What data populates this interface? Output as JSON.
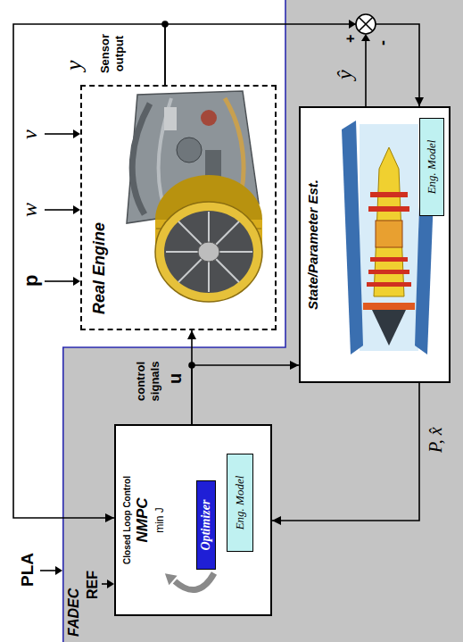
{
  "diagram": {
    "nodes": [
      {
        "text": [
          "FADEC"
        ]
      },
      {
        "text": [
          "Closed Loop Control",
          "NMPC",
          "min J"
        ],
        "in": 0
      },
      {
        "text": [
          "Optimizer"
        ],
        "in": 1
      },
      {
        "text": [
          "Eng. Model"
        ],
        "in": 1
      },
      {
        "text": [
          "Real Engine"
        ]
      },
      {
        "text": [
          "State/Parameter Est."
        ],
        "in": 0
      },
      {
        "text": [
          "Eng. Model"
        ],
        "in": 5
      }
    ],
    "edges": [
      {
        "from": 1,
        "to": 4,
        "arrow": "to"
      },
      {
        "from": 1,
        "to": 5,
        "arrow": "to"
      },
      {
        "from": 4,
        "to": 1,
        "arrow": "to"
      },
      {
        "from": 4,
        "to": 5,
        "arrow": "to"
      },
      {
        "from": 5,
        "to": 1,
        "arrow": "to"
      }
    ],
    "labels": [
      "PLA",
      "REF",
      "p",
      "w",
      "ν",
      "y",
      "Sensor output",
      "control signals",
      "u",
      "+",
      "-",
      "ŷ",
      "P, x̂"
    ]
  }
}
